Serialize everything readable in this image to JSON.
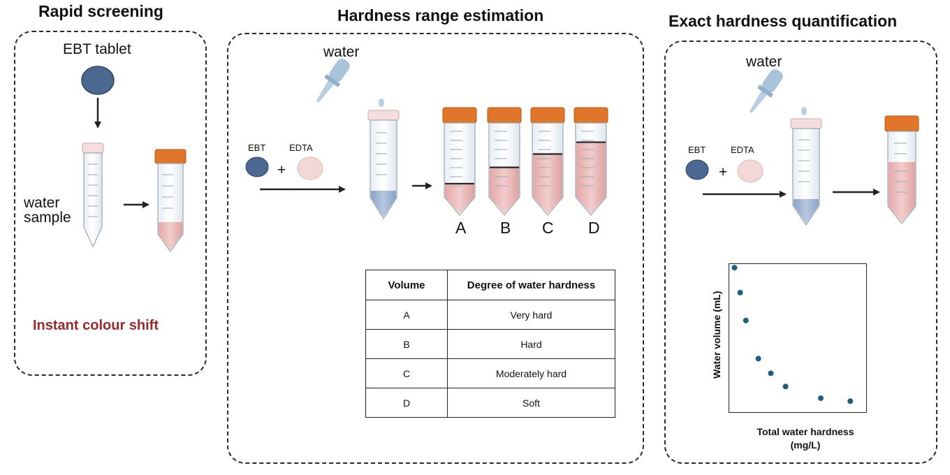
{
  "panels": {
    "rapid": {
      "title": "Rapid  screening",
      "tablet_label": "EBT tablet",
      "sample_label": [
        "water",
        "sample"
      ],
      "result": "Instant colour shift"
    },
    "range": {
      "title": "Hardness range estimation",
      "water_label": "water",
      "ebt_label": "EBT",
      "edta_label": "EDTA",
      "plus": "+",
      "tube_labels": [
        "A",
        "B",
        "C",
        "D"
      ],
      "tube_fill_levels": [
        0.18,
        0.4,
        0.58,
        0.74
      ],
      "table": {
        "headers": [
          "Volume",
          "Degree of water hardness"
        ],
        "rows": [
          [
            "A",
            "Very hard"
          ],
          [
            "B",
            "Hard"
          ],
          [
            "C",
            "Moderately hard"
          ],
          [
            "D",
            "Soft"
          ]
        ]
      }
    },
    "exact": {
      "title": "Exact hardness quantification",
      "water_label": "water",
      "ebt_label": "EBT",
      "edta_label": "EDTA",
      "plus": "+"
    }
  },
  "chart_data": {
    "type": "scatter",
    "xlabel": [
      "Total water hardness",
      "(mg/L)"
    ],
    "ylabel": "Water volume (mL)",
    "x": [
      0.04,
      0.09,
      0.14,
      0.25,
      0.36,
      0.49,
      0.8,
      1.06
    ],
    "y": [
      0.98,
      0.81,
      0.62,
      0.36,
      0.26,
      0.17,
      0.09,
      0.07
    ],
    "xlim": [
      0,
      1.2
    ],
    "ylim": [
      0,
      1.0
    ],
    "grid": false,
    "point_color": "#1f5f7e"
  },
  "colors": {
    "ebt": "#4a6890",
    "edta": "#f4d8d8",
    "cap": "#e0762a",
    "pink_liquid": "#e9b3b3",
    "blue_liquid": "#9fb5d4",
    "accent_text": "#9a2a2a"
  }
}
